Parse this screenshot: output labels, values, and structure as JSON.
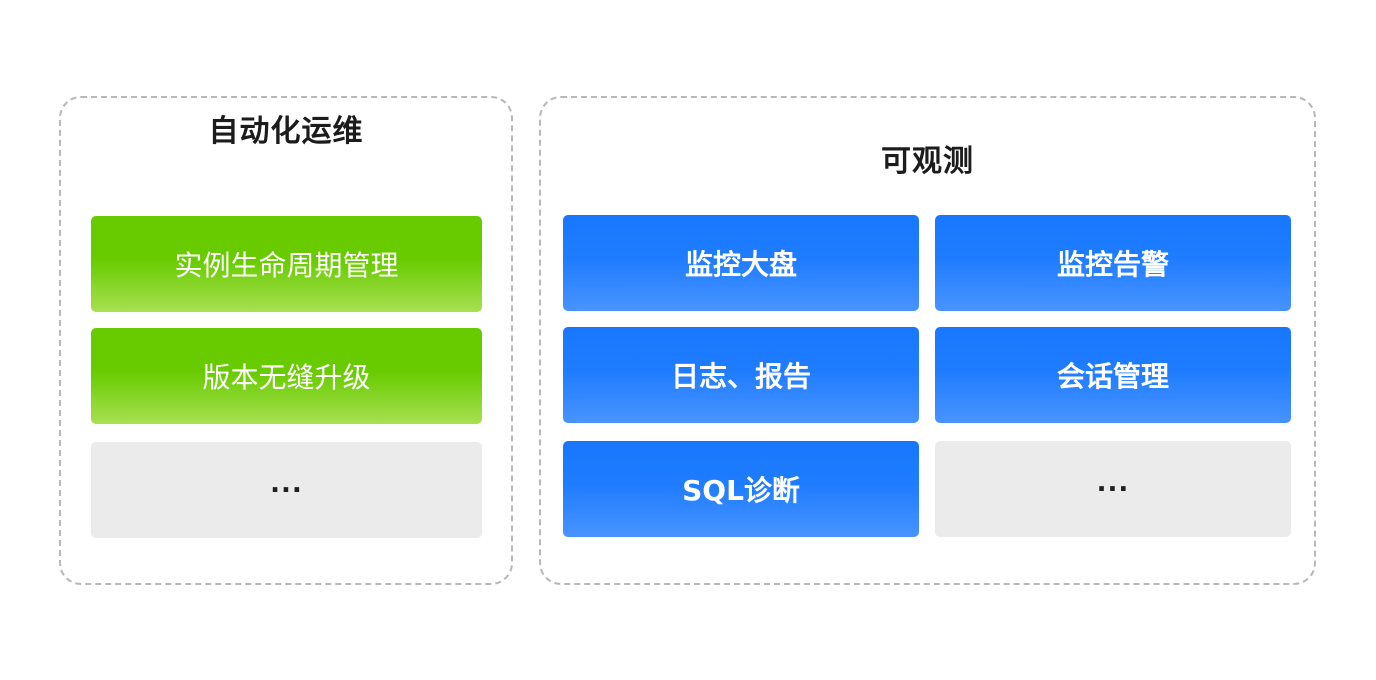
{
  "panels": {
    "ops": {
      "title": "自动化运维",
      "items": [
        {
          "label": "实例生命周期管理",
          "style": "green"
        },
        {
          "label": "版本无缝升级",
          "style": "green"
        },
        {
          "label": "...",
          "style": "grey"
        }
      ]
    },
    "obs": {
      "title": "可观测",
      "items": [
        {
          "label": "监控大盘",
          "style": "blue"
        },
        {
          "label": "监控告警",
          "style": "blue"
        },
        {
          "label": "日志、报告",
          "style": "blue"
        },
        {
          "label": "会话管理",
          "style": "blue"
        },
        {
          "label": "SQL诊断",
          "style": "blue"
        },
        {
          "label": "...",
          "style": "grey"
        }
      ]
    }
  },
  "colors": {
    "green_top": "#67cb00",
    "green_bottom": "#a7e051",
    "blue_top": "#1877fd",
    "blue_bottom": "#4893ff",
    "grey": "#ebebeb",
    "border": "#b8b8b8"
  }
}
